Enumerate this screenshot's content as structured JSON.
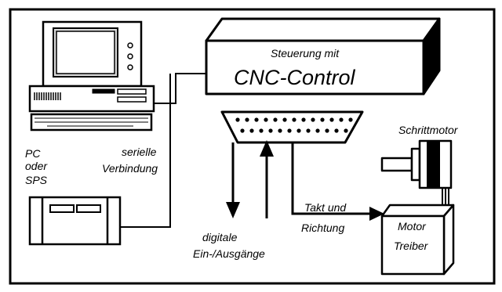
{
  "controller": {
    "title": "Steuerung mit",
    "name": "CNC-Control"
  },
  "computer": {
    "line1": "PC",
    "line2": "oder",
    "line3": "SPS"
  },
  "connection": {
    "line1": "serielle",
    "line2": "Verbindung"
  },
  "io": {
    "line1": "digitale",
    "line2": "Ein-/Ausgänge"
  },
  "signal": {
    "line1": "Takt und",
    "line2": "Richtung"
  },
  "motor": {
    "label": "Schrittmotor"
  },
  "driver": {
    "line1": "Motor",
    "line2": "Treiber"
  },
  "colors": {
    "ink": "#000000",
    "paper": "#ffffff",
    "bezel": "#d9d9d9"
  }
}
